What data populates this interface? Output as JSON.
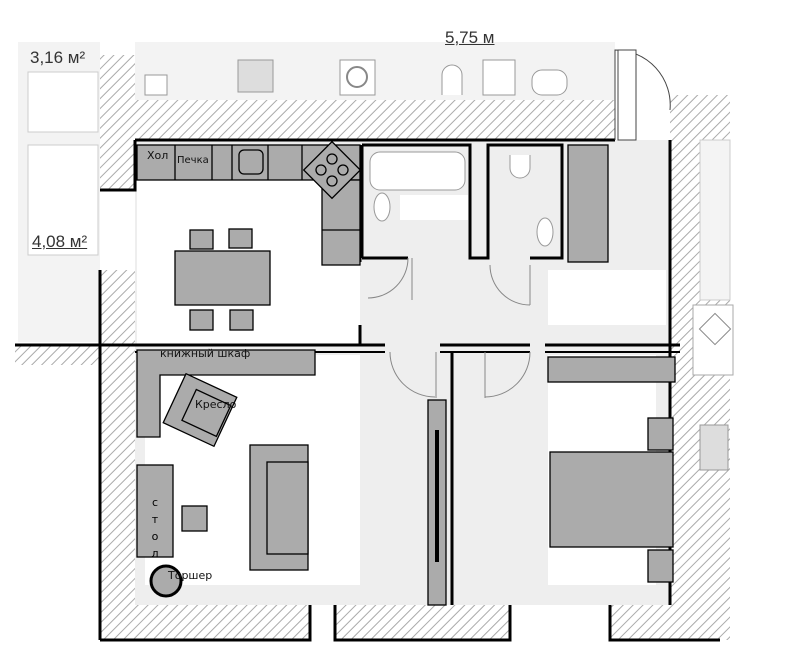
{
  "areas": {
    "left_top": "3,16 м²",
    "left_mid": "4,08 м²",
    "top_cut": "5,75 м"
  },
  "furniture": {
    "fridge": "Хол",
    "oven": "Печка",
    "bookshelf": "книжный шкаф",
    "armchair": "Кресло",
    "desk": "стол",
    "floor_lamp": "Торшер"
  },
  "colors": {
    "furniture": "#ababab",
    "floor": "#eeeeee",
    "wall_line": "#000000"
  }
}
